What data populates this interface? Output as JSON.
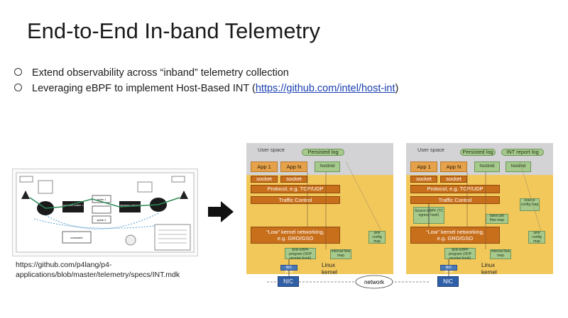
{
  "slide": {
    "title": "End-to-End In-band Telemetry",
    "bullets": [
      {
        "text": "Extend observability across “inband” telemetry collection"
      },
      {
        "prefix": "Leveraging eBPF to implement Host-Based INT (",
        "link": "https://github.com/intel/host-int",
        "suffix": ")"
      }
    ],
    "caption": {
      "line1": "https://github.com/p4lang/p4-",
      "line2": "applications/blob/master/telemetry/specs/INT.mdk"
    }
  },
  "small_diagram": {
    "labels": {
      "hw_switch_1": "hardware switch 1",
      "spine_1": "spine 1",
      "spine_2": "spine 2",
      "hw_switch_n": "hardware switch N",
      "consumer": "consumer"
    }
  },
  "left_panel": {
    "user_space": "User space",
    "persisted_log": "Persisted log",
    "app1": "App 1",
    "appN": "App N",
    "user_agent": "hostintd",
    "socket1": "socket",
    "socket2": "socket",
    "protocol": "Protocol, e.g. TCP/UDP",
    "traffic_control": "Traffic Control",
    "low_kernel_1": "“Low” kernel networking,",
    "low_kernel_2": "e.g. GRO/GSO",
    "sink_ebpf": "Sink EBPF program (XDP receive hook)",
    "small_right": "sink config map",
    "interval_map": "interval flow map",
    "nic_driver": "NIC driver",
    "linux": "Linux",
    "kernel": "kernel",
    "nic": "NIC"
  },
  "right_panel": {
    "user_space": "User space",
    "persisted_log": "Persisted log",
    "int_report_log": "INT report log",
    "app1": "App 1",
    "appN": "App N",
    "user_agent_1": "hostintd",
    "user_agent_2": "hostintd",
    "socket1": "socket",
    "socket2": "socket",
    "protocol": "Protocol, e.g. TCP/UDP",
    "traffic_control": "Traffic Control",
    "source_ebpf": "Source EBPF (TC egress hook)",
    "source_map": "source config map",
    "latency_map": "latest pkt flow map",
    "low_kernel_1": "“Low” kernel networking,",
    "low_kernel_2": "e.g. GRO/GSO",
    "sink_ebpf": "Sink EBPF program (XDP receive hook)",
    "small_right": "sink config map",
    "interval_map": "interval flow map",
    "nic_driver": "NIC driver",
    "linux": "Linux",
    "kernel": "kernel",
    "nic": "NIC"
  },
  "network_label": "network",
  "colors": {
    "kernel_band": "#f2c85b",
    "user_band": "#d3d3d6",
    "nic": "#2f5fa8",
    "app_box": "#e6a24b",
    "ebpf_box": "#a6c98c"
  }
}
